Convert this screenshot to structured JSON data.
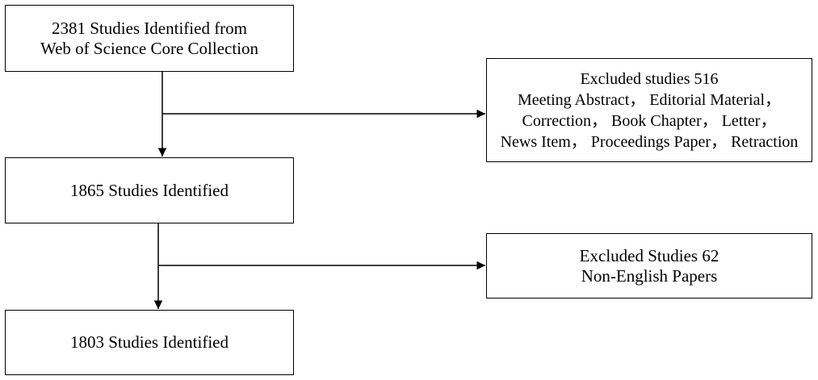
{
  "flow": {
    "start_box": {
      "line1": "2381 Studies Identified from",
      "line2": "Web of Science Core Collection"
    },
    "exclusion_1": {
      "title": "Excluded studies 516",
      "line1": "Meeting Abstract， Editorial Material，",
      "line2": "Correction， Book Chapter， Letter，",
      "line3": "News Item， Proceedings Paper， Retraction"
    },
    "mid_box": {
      "label": "1865 Studies Identified"
    },
    "exclusion_2": {
      "title": "Excluded Studies 62",
      "line1": "Non-English Papers"
    },
    "end_box": {
      "label": "1803 Studies Identified"
    }
  },
  "colors": {
    "line": "#000000",
    "box_border": "#000000",
    "background": "#ffffff"
  }
}
